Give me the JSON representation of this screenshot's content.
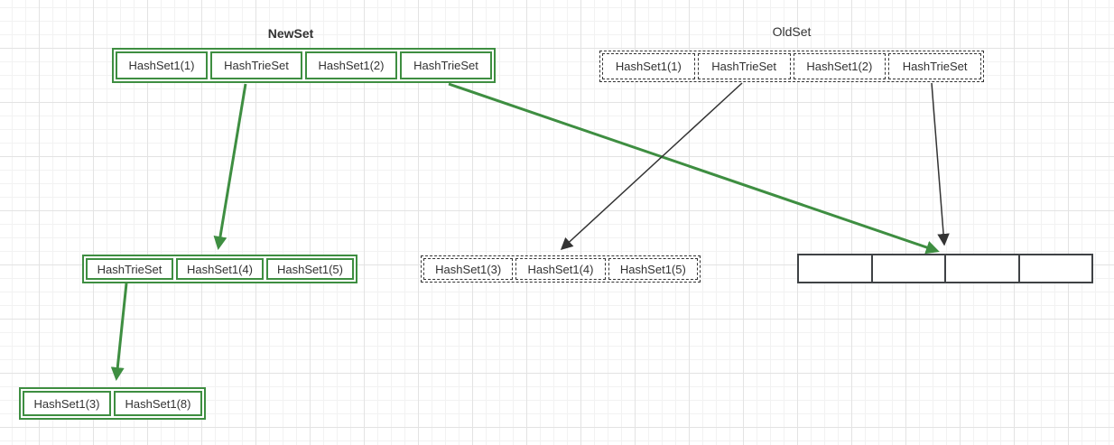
{
  "colors": {
    "green": "#3e8e41",
    "dark": "#3f4245",
    "dash": "#333333",
    "text": "#333333",
    "grid-minor": "#f2f2f2",
    "grid-major": "#e3e3e3",
    "bg": "#ffffff"
  },
  "diagram": {
    "new_set": {
      "title": "NewSet",
      "cells": [
        "HashSet1(1)",
        "HashTrieSet",
        "HashSet1(2)",
        "HashTrieSet"
      ]
    },
    "old_set": {
      "title": "OldSet",
      "cells": [
        "HashSet1(1)",
        "HashTrieSet",
        "HashSet1(2)",
        "HashTrieSet"
      ]
    },
    "new_child": {
      "cells": [
        "HashTrieSet",
        "HashSet1(4)",
        "HashSet1(5)"
      ]
    },
    "old_child": {
      "cells": [
        "HashSet1(3)",
        "HashSet1(4)",
        "HashSet1(5)"
      ]
    },
    "empty_array": {
      "cells": [
        "",
        "",
        "",
        ""
      ]
    },
    "new_grandchild": {
      "cells": [
        "HashSet1(3)",
        "HashSet1(8)"
      ]
    },
    "arrows": [
      {
        "id": "newset-trie1-to-newchild",
        "from": "NewSet.HashTrieSet(2nd cell)",
        "to": "new child row HashSet1(4)",
        "color": "green"
      },
      {
        "id": "newset-trie2-to-emptyarray",
        "from": "NewSet.HashTrieSet(4th cell)",
        "to": "empty array row",
        "color": "green"
      },
      {
        "id": "oldset-trie1-to-oldchild",
        "from": "OldSet.HashTrieSet(2nd cell)",
        "to": "old child row HashSet1(4)",
        "color": "black"
      },
      {
        "id": "oldset-trie2-to-emptyarray",
        "from": "OldSet.HashTrieSet(4th cell)",
        "to": "empty array row",
        "color": "black"
      },
      {
        "id": "newchild-trie-to-grandchild",
        "from": "new child row HashTrieSet",
        "to": "new grandchild row",
        "color": "green"
      }
    ]
  }
}
